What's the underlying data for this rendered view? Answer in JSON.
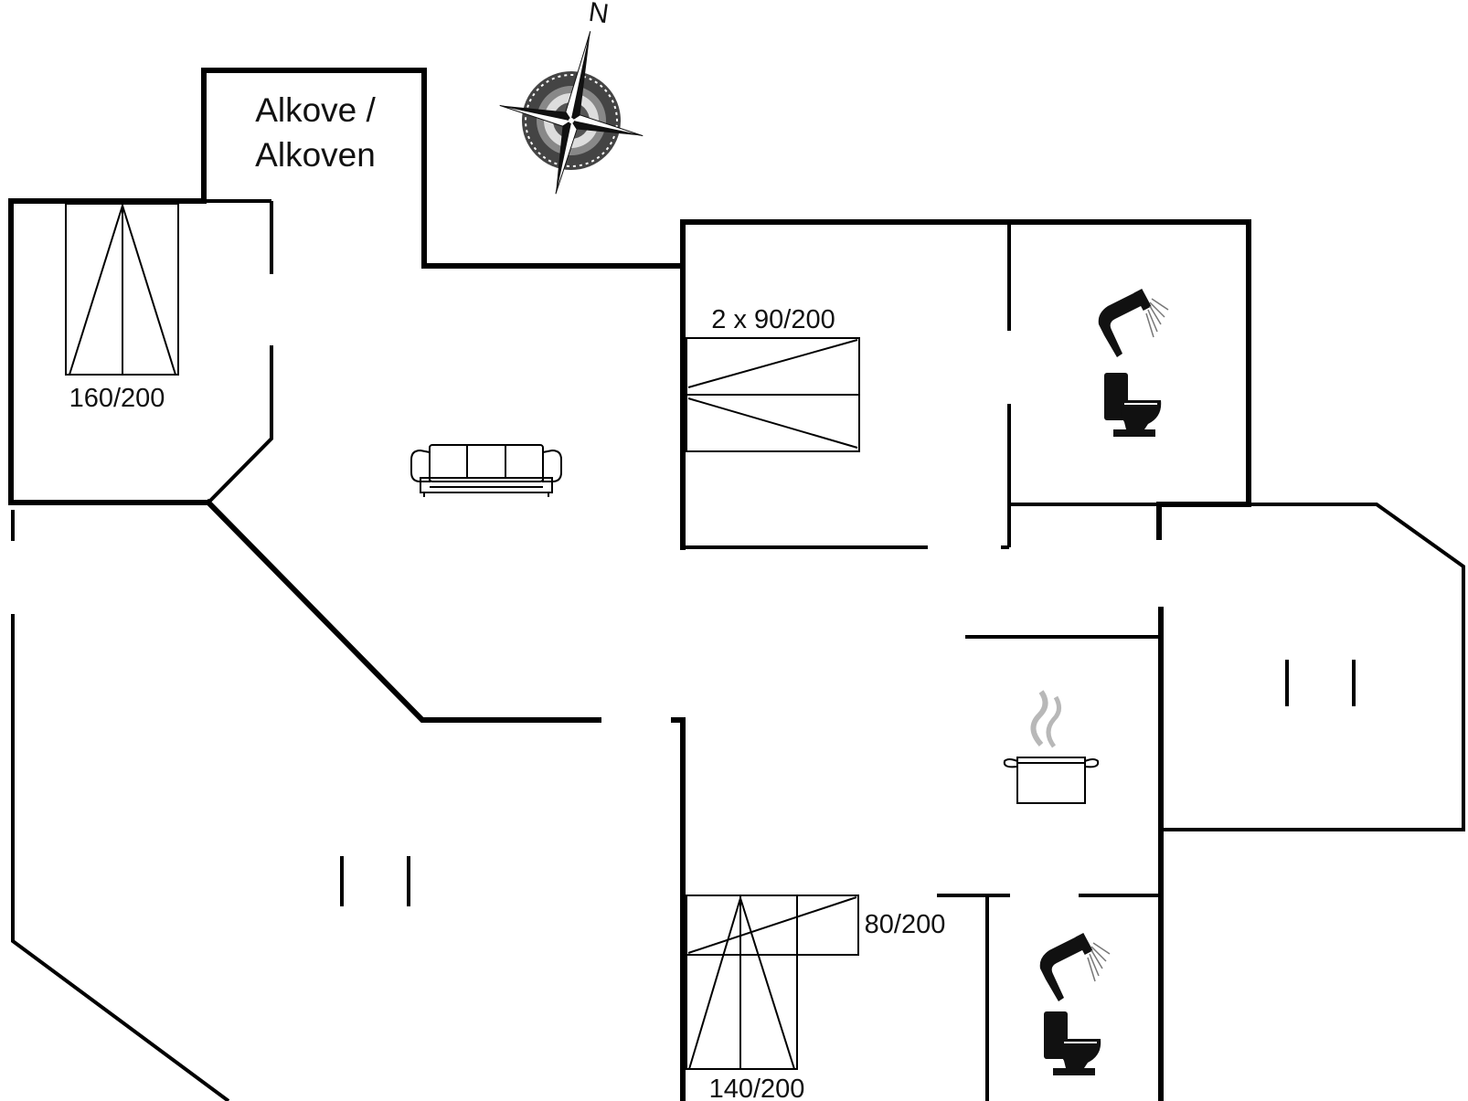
{
  "compass": {
    "north_label": "N",
    "icon": "compass-rose-icon"
  },
  "rooms": {
    "alcove": {
      "label_line1": "Alkove /",
      "label_line2": "Alkoven"
    }
  },
  "beds": {
    "double_bed_nw": {
      "size": "160/200"
    },
    "twin_beds": {
      "size": "2 x 90/200"
    },
    "single_bed": {
      "size": "80/200"
    },
    "double_bed_south": {
      "size": "140/200"
    }
  },
  "symbols": {
    "living_room": "sofa-icon",
    "kitchen": "cooking-pot-icon",
    "bathroom_north": [
      "shower-icon",
      "toilet-icon"
    ],
    "bathroom_south": [
      "shower-icon",
      "toilet-icon"
    ]
  },
  "colors": {
    "walls": "#000000",
    "background": "#ffffff",
    "steam": "#b8b8b8"
  }
}
